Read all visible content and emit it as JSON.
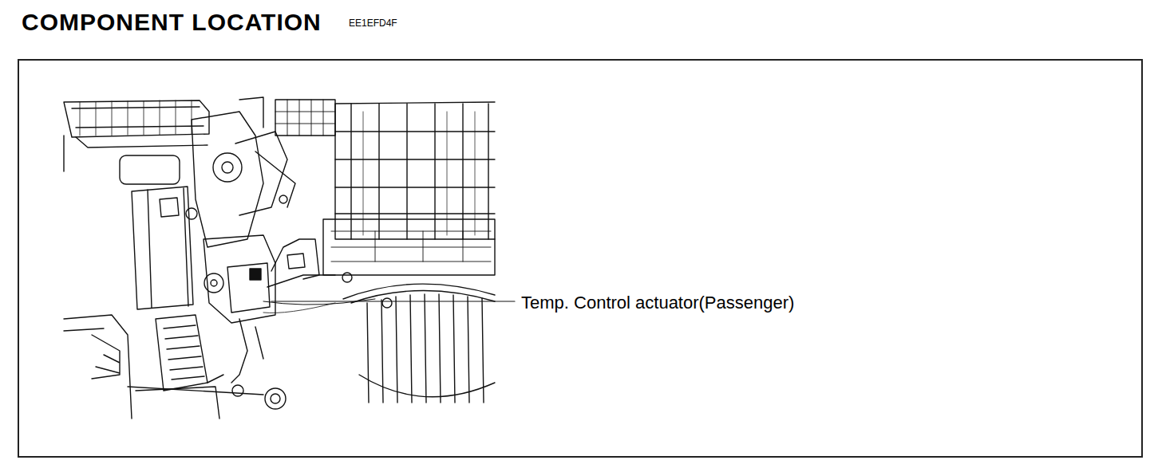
{
  "diagram": {
    "title": "COMPONENT LOCATION",
    "nodes": [
      {
        "text": [
          "Temp. Control actuator(Passenger)"
        ]
      }
    ],
    "labels": [
      "EE1EFD4F"
    ]
  }
}
